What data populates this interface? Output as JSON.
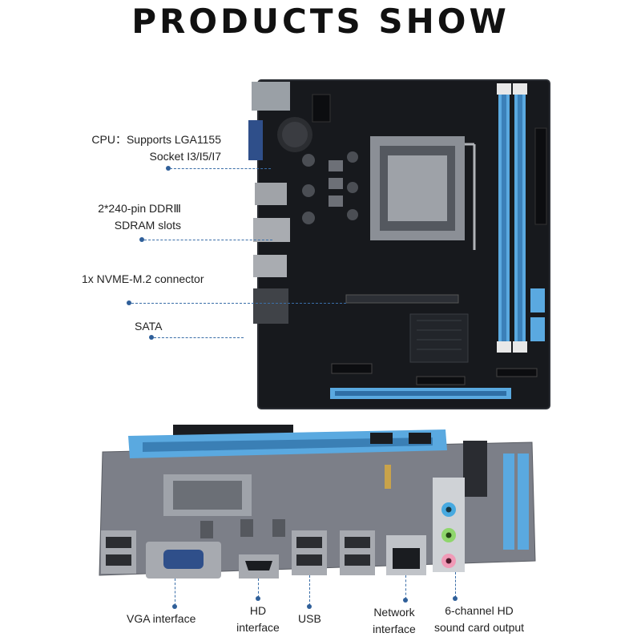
{
  "title": "PRODUCTS SHOW",
  "callouts": {
    "cpu_line1": "CPU：Supports LGA1155",
    "cpu_line2": "Socket I3/I5/I7",
    "ddr_line1": "2*240-pin DDRⅢ",
    "ddr_line2": "SDRAM slots",
    "nvme": "1x NVME-M.2 connector",
    "sata": "SATA"
  },
  "io_labels": {
    "vga": "VGA interface",
    "hd_line1": "HD",
    "hd_line2": "interface",
    "usb": "USB",
    "net_line1": "Network",
    "net_line2": "interface",
    "sound_line1": "6-channel HD",
    "sound_line2": "sound card output"
  },
  "colors": {
    "board_top": "#1b1d22",
    "board_side": "#7c7f88",
    "slot_blue": "#5aa9e0",
    "leader": "#3a6ea8"
  }
}
